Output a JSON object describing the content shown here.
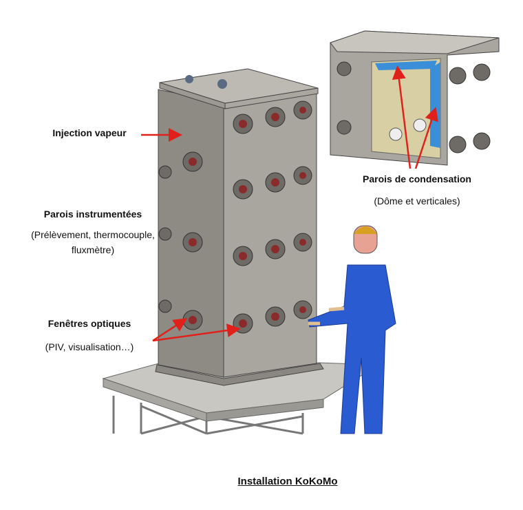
{
  "labels": {
    "injection": "Injection vapeur",
    "parois_instr": "Parois instrumentées",
    "parois_instr_sub1": "(Prélèvement, thermocouple,",
    "parois_instr_sub2": "fluxmètre)",
    "fenetres": "Fenêtres optiques",
    "fenetres_sub": "(PIV, visualisation…)",
    "condensation": "Parois de condensation",
    "condensation_sub": "(Dôme et verticales)"
  },
  "caption": "Installation KoKoMo",
  "colors": {
    "arrow": "#e0201b",
    "steel": "#8f8c86",
    "person_suit": "#2a5bd0",
    "condensation_wall": "#3a8fd8"
  }
}
